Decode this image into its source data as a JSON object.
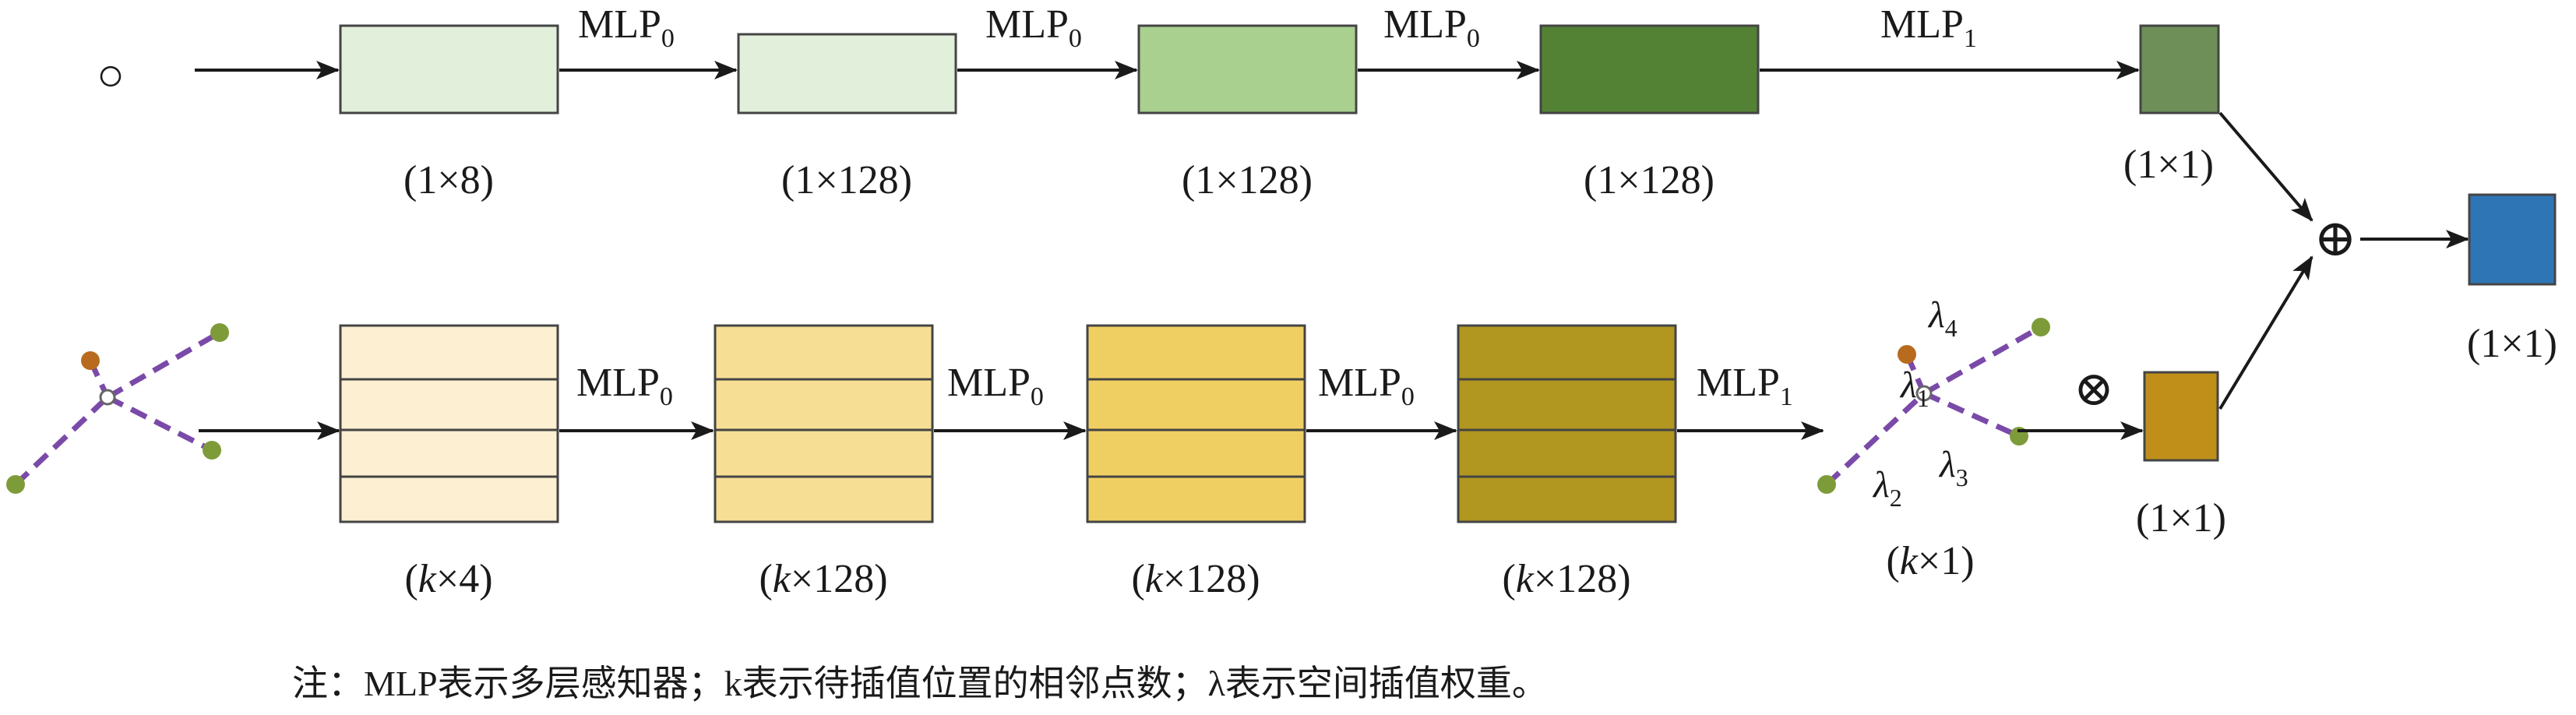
{
  "top_row": {
    "input_symbol": "○",
    "arrow_labels": [
      {
        "base": "MLP",
        "sub": "0"
      },
      {
        "base": "MLP",
        "sub": "0"
      },
      {
        "base": "MLP",
        "sub": "0"
      },
      {
        "base": "MLP",
        "sub": "1"
      }
    ],
    "dims": [
      "(1×8)",
      "(1×128)",
      "(1×128)",
      "(1×128)",
      "(1×1)"
    ],
    "colors": [
      "#e2efda",
      "#e2efda",
      "#a9d08e",
      "#548235",
      "#6e8f58"
    ]
  },
  "bottom_row": {
    "arrow_labels": [
      {
        "base": "MLP",
        "sub": "0"
      },
      {
        "base": "MLP",
        "sub": "0"
      },
      {
        "base": "MLP",
        "sub": "0"
      },
      {
        "base": "MLP",
        "sub": "1"
      }
    ],
    "dims": [
      {
        "k": "k",
        "rest": "×4)"
      },
      {
        "k": "k",
        "rest": "×128)"
      },
      {
        "k": "k",
        "rest": "×128)"
      },
      {
        "k": "k",
        "rest": "×128)"
      },
      {
        "k": "k",
        "rest": "×1)"
      }
    ],
    "output_dim": "(1×1)",
    "colors": [
      "#fcefd2",
      "#f6df95",
      "#f0cf62",
      "#b1961f",
      "#bf8f1a"
    ],
    "lambdas": [
      {
        "base": "λ",
        "sub": "1"
      },
      {
        "base": "λ",
        "sub": "2"
      },
      {
        "base": "λ",
        "sub": "3"
      },
      {
        "base": "λ",
        "sub": "4"
      }
    ]
  },
  "ops": {
    "multiply": "⊗",
    "add": "⊕"
  },
  "final": {
    "dim": "(1×1)",
    "color": "#2e75b6"
  },
  "note": "注：MLP表示多层感知器；k表示待插值位置的相邻点数；λ表示空间插值权重。"
}
